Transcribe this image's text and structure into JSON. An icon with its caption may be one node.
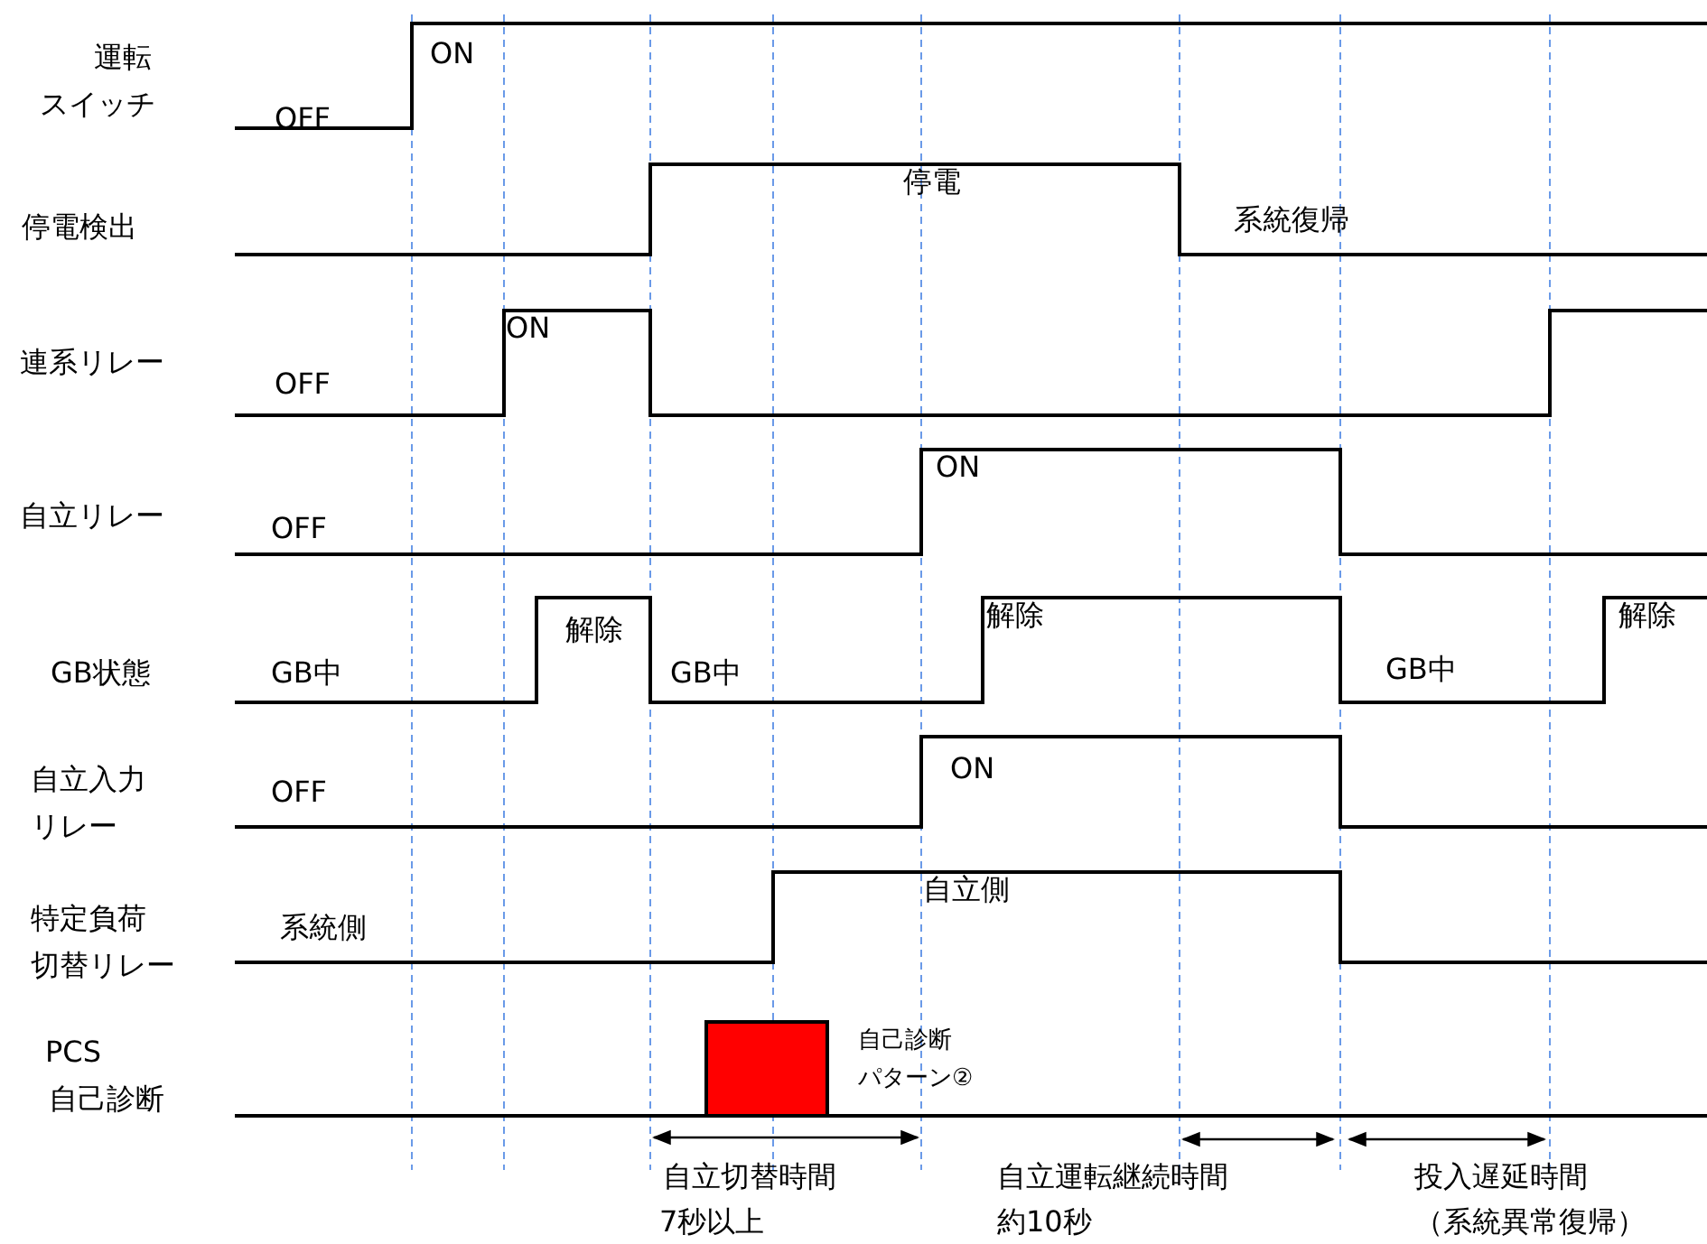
{
  "diagram": {
    "labels": [
      "運転",
      "スイッチ",
      "OFF",
      "ON",
      "停電検出",
      "停電",
      "系統復帰",
      "連系リレー",
      "ON",
      "OFF",
      "自立リレー",
      "OFF",
      "ON",
      "GB状態",
      "GB中",
      "解除",
      "GB中",
      "解除",
      "GB中",
      "解除",
      "自立入力",
      "リレー",
      "OFF",
      "ON",
      "特定負荷",
      "切替リレー",
      "系統側",
      "自立側",
      "PCS",
      "自己診断",
      "自己診断",
      "パターン②",
      "自立切替時間",
      "7秒以上",
      "自立運転継続時間",
      "約10秒",
      "投入遅延時間",
      "（系統異常復帰）"
    ]
  }
}
